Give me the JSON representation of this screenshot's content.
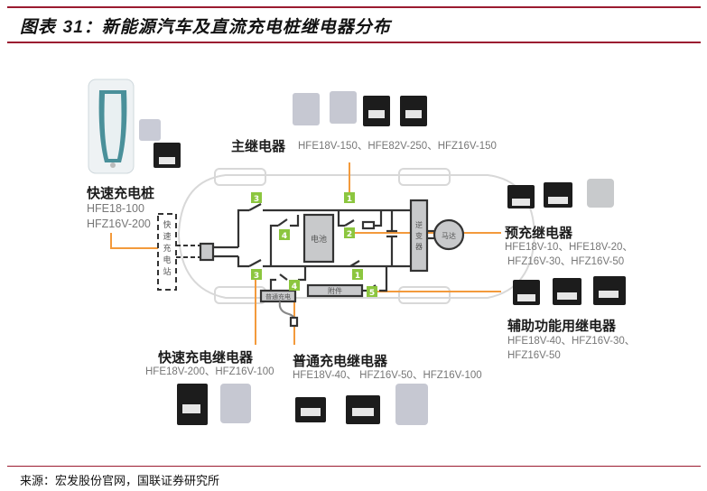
{
  "figure": {
    "title_prefix": "图表",
    "title_number": "31：",
    "title_text": "新能源汽车及直流充电桩继电器分布",
    "source": "来源：宏发股份官网，国联证券研究所"
  },
  "colors": {
    "rule": "#9b1b30",
    "badge": "#8cc63f",
    "leader": "#f39a3c",
    "wire": "#333333",
    "component_fill": "#c8c9cb",
    "car_outline": "#d6d6d6"
  },
  "groups": {
    "fast_charging_pile": {
      "label": "快速充电桩",
      "models": [
        "HFE18-100",
        "HFZ16V-200"
      ]
    },
    "main_relay": {
      "label": "主继电器",
      "models": "HFE18V-150、HFE82V-250、HFZ16V-150"
    },
    "precharge_relay": {
      "label": "预充继电器",
      "models": [
        "HFE18V-10、HFE18V-20、",
        "HFZ16V-30、HFZ16V-50"
      ]
    },
    "aux_relay": {
      "label": "辅助功能用继电器",
      "models": [
        "HFE18V-40、HFZ16V-30、",
        "HFZ16V-50"
      ]
    },
    "fast_charge_relay": {
      "label": "快速充电继电器",
      "models": "HFE18V-200、HFZ16V-100"
    },
    "normal_charge_relay": {
      "label": "普通充电继电器",
      "models": "HFE18V-40、 HFZ16V-50、HFZ16V-100"
    }
  },
  "diagram": {
    "fast_station_label": [
      "快",
      "速",
      "充",
      "电",
      "站"
    ],
    "battery_label": "电池",
    "inverter_label": [
      "逆",
      "变",
      "器"
    ],
    "motor_label": "马达",
    "accessory_label": "附件",
    "normal_charge_label": "普通充电",
    "badges": [
      "1",
      "2",
      "3",
      "3",
      "4",
      "4",
      "1",
      "5"
    ]
  }
}
